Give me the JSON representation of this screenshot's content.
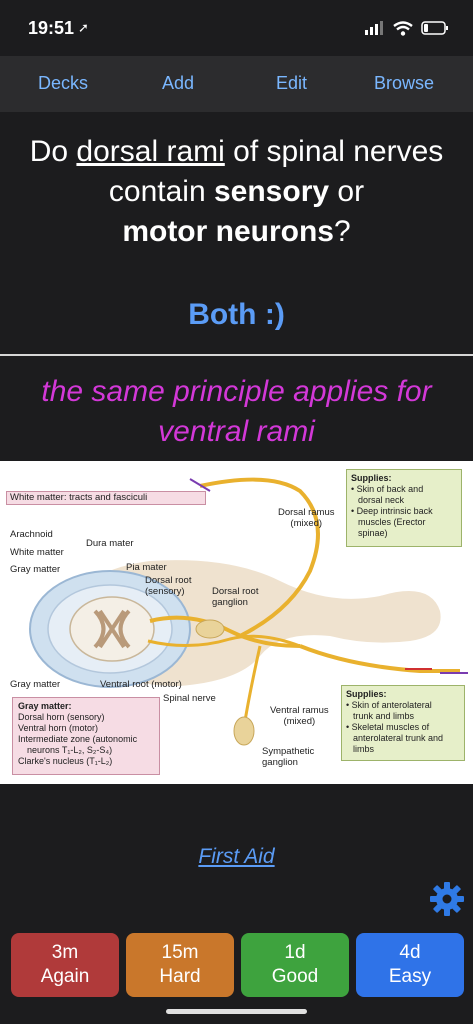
{
  "status": {
    "time": "19:51"
  },
  "nav": {
    "decks": "Decks",
    "add": "Add",
    "edit": "Edit",
    "browse": "Browse"
  },
  "card": {
    "q_do": "Do",
    "q_underlined": "dorsal rami",
    "q_mid": "of spinal nerves contain",
    "q_bold1": "sensory",
    "q_or": "or",
    "q_bold2": "motor neurons",
    "q_end": "?",
    "answer": "Both :)",
    "note": "the same principle applies for ventral rami"
  },
  "figure": {
    "white_matter_box": "White matter: tracts and fasciculi",
    "arachnoid": "Arachnoid",
    "white_matter": "White matter",
    "gray_matter": "Gray matter",
    "dura_mater": "Dura mater",
    "pia_mater": "Pia mater",
    "dorsal_root_1": "Dorsal root",
    "dorsal_root_2": "(sensory)",
    "drg_1": "Dorsal root",
    "drg_2": "ganglion",
    "dorsal_ramus_1": "Dorsal ramus",
    "dorsal_ramus_2": "(mixed)",
    "ventral_root": "Ventral root (motor)",
    "gray_matter_bottom": "Gray matter",
    "spinal_nerve": "Spinal nerve",
    "ventral_ramus_1": "Ventral ramus",
    "ventral_ramus_2": "(mixed)",
    "sympathetic_1": "Sympathetic",
    "sympathetic_2": "ganglion",
    "supplies_top": {
      "title": "Supplies:",
      "items": [
        "• Skin of back and",
        "  dorsal neck",
        "• Deep intrinsic back",
        "  muscles (Erector",
        "  spinae)"
      ]
    },
    "supplies_bottom": {
      "title": "Supplies:",
      "items": [
        "• Skin of anterolateral",
        "  trunk and limbs",
        "• Skeletal muscles of",
        "  anterolateral trunk and",
        "  limbs"
      ]
    },
    "gray_box": {
      "title": "Gray matter:",
      "items": [
        "Dorsal horn (sensory)",
        "Ventral horn (motor)",
        "Intermediate zone (autonomic",
        "neurons T₁-L₂, S₂-S₄)",
        "Clarke's nucleus (T₁-L₂)"
      ]
    }
  },
  "source": "First Aid",
  "buttons": [
    {
      "time": "3m",
      "label": "Again",
      "color": "#b03a3a"
    },
    {
      "time": "15m",
      "label": "Hard",
      "color": "#c9772b"
    },
    {
      "time": "1d",
      "label": "Good",
      "color": "#3ea33e"
    },
    {
      "time": "4d",
      "label": "Easy",
      "color": "#2f73e8"
    }
  ]
}
